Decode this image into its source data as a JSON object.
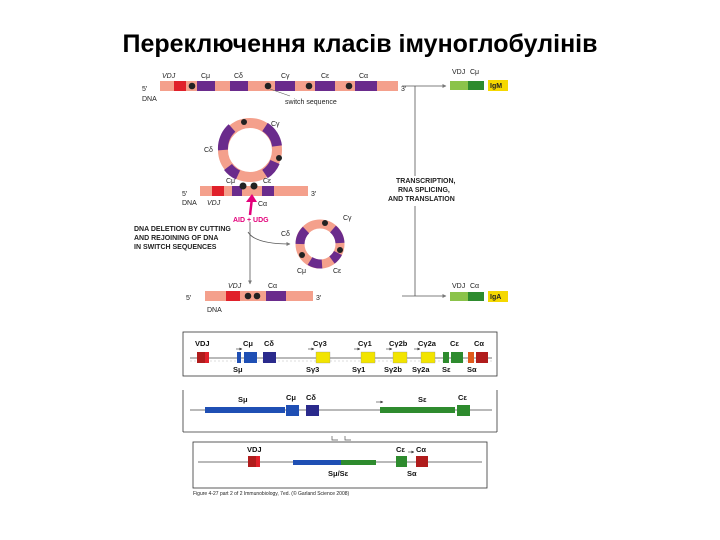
{
  "title": "Переключення класів імуноглобулінів",
  "top_panel": {
    "row1": {
      "five_prime": "5′",
      "three_prime": "3′",
      "dna": "DNA",
      "vdj": "VDJ",
      "genes": [
        "Cμ",
        "Cδ",
        "Cγ",
        "Cε",
        "Cα"
      ],
      "switch_sequence": "switch sequence"
    },
    "loop": {
      "five_prime": "5′",
      "three_prime": "3′",
      "dna": "DNA",
      "vdj": "VDJ",
      "c_gamma": "Cγ",
      "c_delta": "Cδ",
      "c_mu": "Cμ",
      "c_epsilon": "Cε",
      "c_alpha": "Cα",
      "enzymes": "AID + UDG"
    },
    "excised": {
      "c_gamma": "Cγ",
      "c_delta": "Cδ",
      "c_mu": "Cμ",
      "c_epsilon": "Cε"
    },
    "deletion_note": [
      "DNA DELETION BY CUTTING",
      "AND REJOINING OF DNA",
      "IN SWITCH SEQUENCES"
    ],
    "row3": {
      "five_prime": "5′",
      "three_prime": "3′",
      "dna": "DNA",
      "vdj": "VDJ",
      "c_alpha": "Cα"
    },
    "process": [
      "TRANSCRIPTION,",
      "RNA SPLICING,",
      "AND TRANSLATION"
    ],
    "mrna_top": {
      "vdj": "VDJ",
      "c": "Cμ",
      "product": "IgM"
    },
    "mrna_bottom": {
      "vdj": "VDJ",
      "c": "Cα",
      "product": "IgA"
    }
  },
  "bottom_panel": {
    "row1": {
      "vdj": "VDJ",
      "c_labels": [
        "Cμ",
        "Cδ",
        "Cγ3",
        "Cγ1",
        "Cγ2b",
        "Cγ2a",
        "Cε",
        "Cα"
      ],
      "s_labels": [
        "Sμ",
        "Sγ3",
        "Sγ1",
        "Sγ2b",
        "Sγ2a",
        "Sε",
        "Sα"
      ]
    },
    "row2": {
      "s_mu": "Sμ",
      "c_mu": "Cμ",
      "c_delta": "Cδ",
      "s_epsilon": "Sε",
      "c_epsilon": "Cε"
    },
    "row3": {
      "vdj": "VDJ",
      "c_epsilon": "Cε",
      "c_alpha": "Cα",
      "hybrid": "Sμ/Sε",
      "s_alpha": "Sα"
    },
    "caption": "Figure 4-27 part 2 of 2 Immunobiology, 7ed. (© Garland Science 2008)"
  },
  "colors": {
    "dna_salmon": "#f4a08c",
    "vdj_red": "#e0202a",
    "c_purple": "#6a2b8c",
    "switch_dot": "#222222",
    "mrna_green": "#7cb342",
    "label_yellow": "#f5d800",
    "arrow_magenta": "#e3007a",
    "gene_blue": "#1f4fb4",
    "gene_yellow": "#f2e400",
    "gene_green": "#2e8b2e",
    "gene_orange": "#e05a1a",
    "gene_darkred": "#b01c1c"
  }
}
